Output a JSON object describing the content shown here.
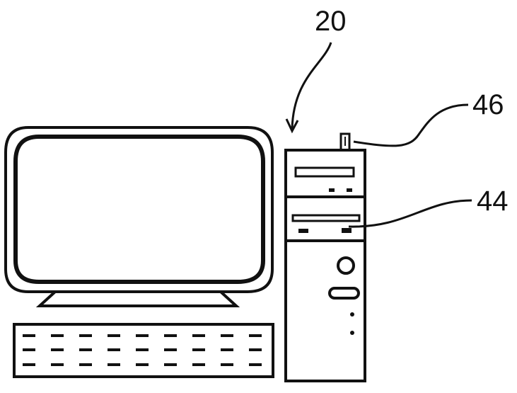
{
  "labels": {
    "device": "20",
    "antenna": "46",
    "card_slot": "44"
  },
  "colors": {
    "ink": "#111111",
    "paper": "#ffffff"
  }
}
